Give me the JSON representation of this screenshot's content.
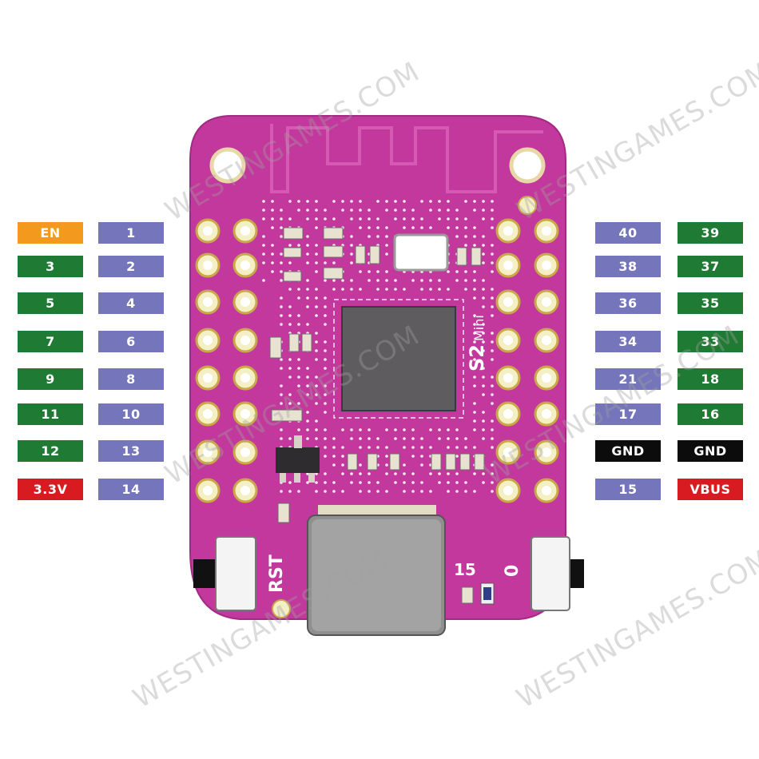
{
  "colors": {
    "board": "#c2389c",
    "board_edge": "#a22a82",
    "trace": "#d65ab4",
    "pad": "#f4f0c4",
    "chip": "#5e5c5e",
    "label_purple": "#7475ba",
    "label_green": "#1f7a33",
    "label_orange": "#f39a1e",
    "label_red": "#d81b21",
    "label_black": "#0c0c0c"
  },
  "left_outer": [
    {
      "text": "EN",
      "color": "#f39a1e"
    },
    {
      "text": "3",
      "color": "#1f7a33"
    },
    {
      "text": "5",
      "color": "#1f7a33"
    },
    {
      "text": "7",
      "color": "#1f7a33"
    },
    {
      "text": "9",
      "color": "#1f7a33"
    },
    {
      "text": "11",
      "color": "#1f7a33"
    },
    {
      "text": "12",
      "color": "#1f7a33"
    },
    {
      "text": "3.3V",
      "color": "#d81b21"
    }
  ],
  "left_inner": [
    {
      "text": "1",
      "color": "#7475ba"
    },
    {
      "text": "2",
      "color": "#7475ba"
    },
    {
      "text": "4",
      "color": "#7475ba"
    },
    {
      "text": "6",
      "color": "#7475ba"
    },
    {
      "text": "8",
      "color": "#7475ba"
    },
    {
      "text": "10",
      "color": "#7475ba"
    },
    {
      "text": "13",
      "color": "#7475ba"
    },
    {
      "text": "14",
      "color": "#7475ba"
    }
  ],
  "right_inner": [
    {
      "text": "40",
      "color": "#7475ba"
    },
    {
      "text": "38",
      "color": "#7475ba"
    },
    {
      "text": "36",
      "color": "#7475ba"
    },
    {
      "text": "34",
      "color": "#7475ba"
    },
    {
      "text": "21",
      "color": "#7475ba"
    },
    {
      "text": "17",
      "color": "#7475ba"
    },
    {
      "text": "GND",
      "color": "#0c0c0c"
    },
    {
      "text": "15",
      "color": "#7475ba"
    }
  ],
  "right_outer": [
    {
      "text": "39",
      "color": "#1f7a33"
    },
    {
      "text": "37",
      "color": "#1f7a33"
    },
    {
      "text": "35",
      "color": "#1f7a33"
    },
    {
      "text": "33",
      "color": "#1f7a33"
    },
    {
      "text": "18",
      "color": "#1f7a33"
    },
    {
      "text": "16",
      "color": "#1f7a33"
    },
    {
      "text": "GND",
      "color": "#0c0c0c"
    },
    {
      "text": "VBUS",
      "color": "#d81b21"
    }
  ],
  "silkscreen": {
    "model": "S2",
    "model_sub": "Mini",
    "reset": "RST",
    "btn_right": "0",
    "gpio_label": "15"
  },
  "watermark": "WESTINGAMES.COM"
}
